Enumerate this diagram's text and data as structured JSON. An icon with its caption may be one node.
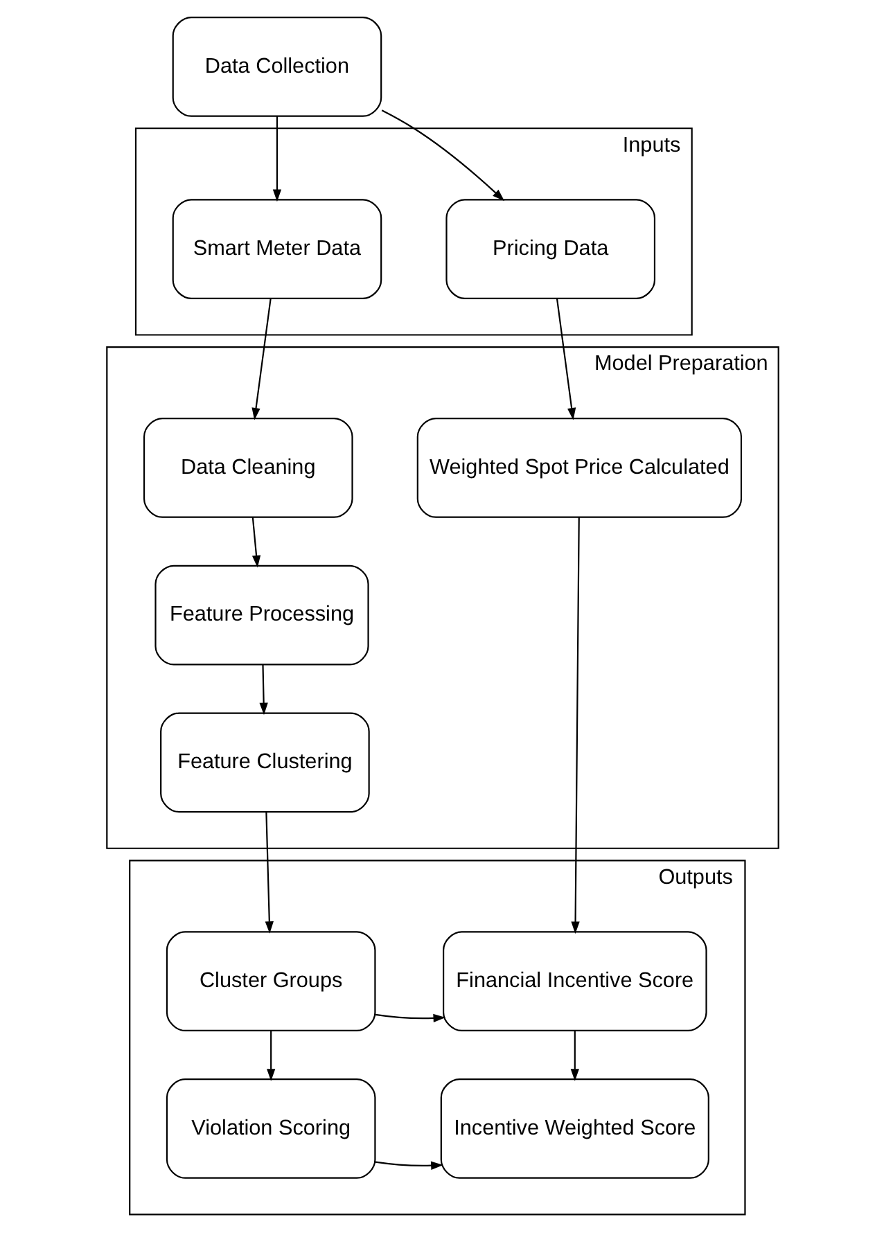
{
  "diagram": {
    "nodes": [
      {
        "text": [
          "Data Collection"
        ]
      },
      {
        "text": [
          "Inputs"
        ]
      },
      {
        "text": [
          "Smart Meter Data"
        ],
        "in": 1
      },
      {
        "text": [
          "Pricing Data"
        ],
        "in": 1
      },
      {
        "text": [
          "Model Preparation"
        ]
      },
      {
        "text": [
          "Data Cleaning"
        ],
        "in": 4
      },
      {
        "text": [
          "Weighted Spot Price Calculated"
        ],
        "in": 4
      },
      {
        "text": [
          "Feature Processing"
        ],
        "in": 4
      },
      {
        "text": [
          "Feature Clustering"
        ],
        "in": 4
      },
      {
        "text": [
          "Outputs"
        ]
      },
      {
        "text": [
          "Cluster Groups"
        ],
        "in": 9
      },
      {
        "text": [
          "Financial Incentive Score"
        ],
        "in": 9
      },
      {
        "text": [
          "Violation Scoring"
        ],
        "in": 9
      },
      {
        "text": [
          "Incentive Weighted Score"
        ],
        "in": 9
      }
    ],
    "edges": [
      {
        "from": 0,
        "to": 2,
        "arrow": "to"
      },
      {
        "from": 0,
        "to": 3,
        "arrow": "to"
      },
      {
        "from": 2,
        "to": 5,
        "arrow": "to"
      },
      {
        "from": 3,
        "to": 6,
        "arrow": "to"
      },
      {
        "from": 5,
        "to": 7,
        "arrow": "to"
      },
      {
        "from": 7,
        "to": 8,
        "arrow": "to"
      },
      {
        "from": 8,
        "to": 10,
        "arrow": "to"
      },
      {
        "from": 6,
        "to": 11,
        "arrow": "to"
      },
      {
        "from": 10,
        "to": 11,
        "arrow": "to"
      },
      {
        "from": 10,
        "to": 12,
        "arrow": "to"
      },
      {
        "from": 11,
        "to": 13,
        "arrow": "to"
      },
      {
        "from": 12,
        "to": 13,
        "arrow": "to"
      }
    ]
  }
}
